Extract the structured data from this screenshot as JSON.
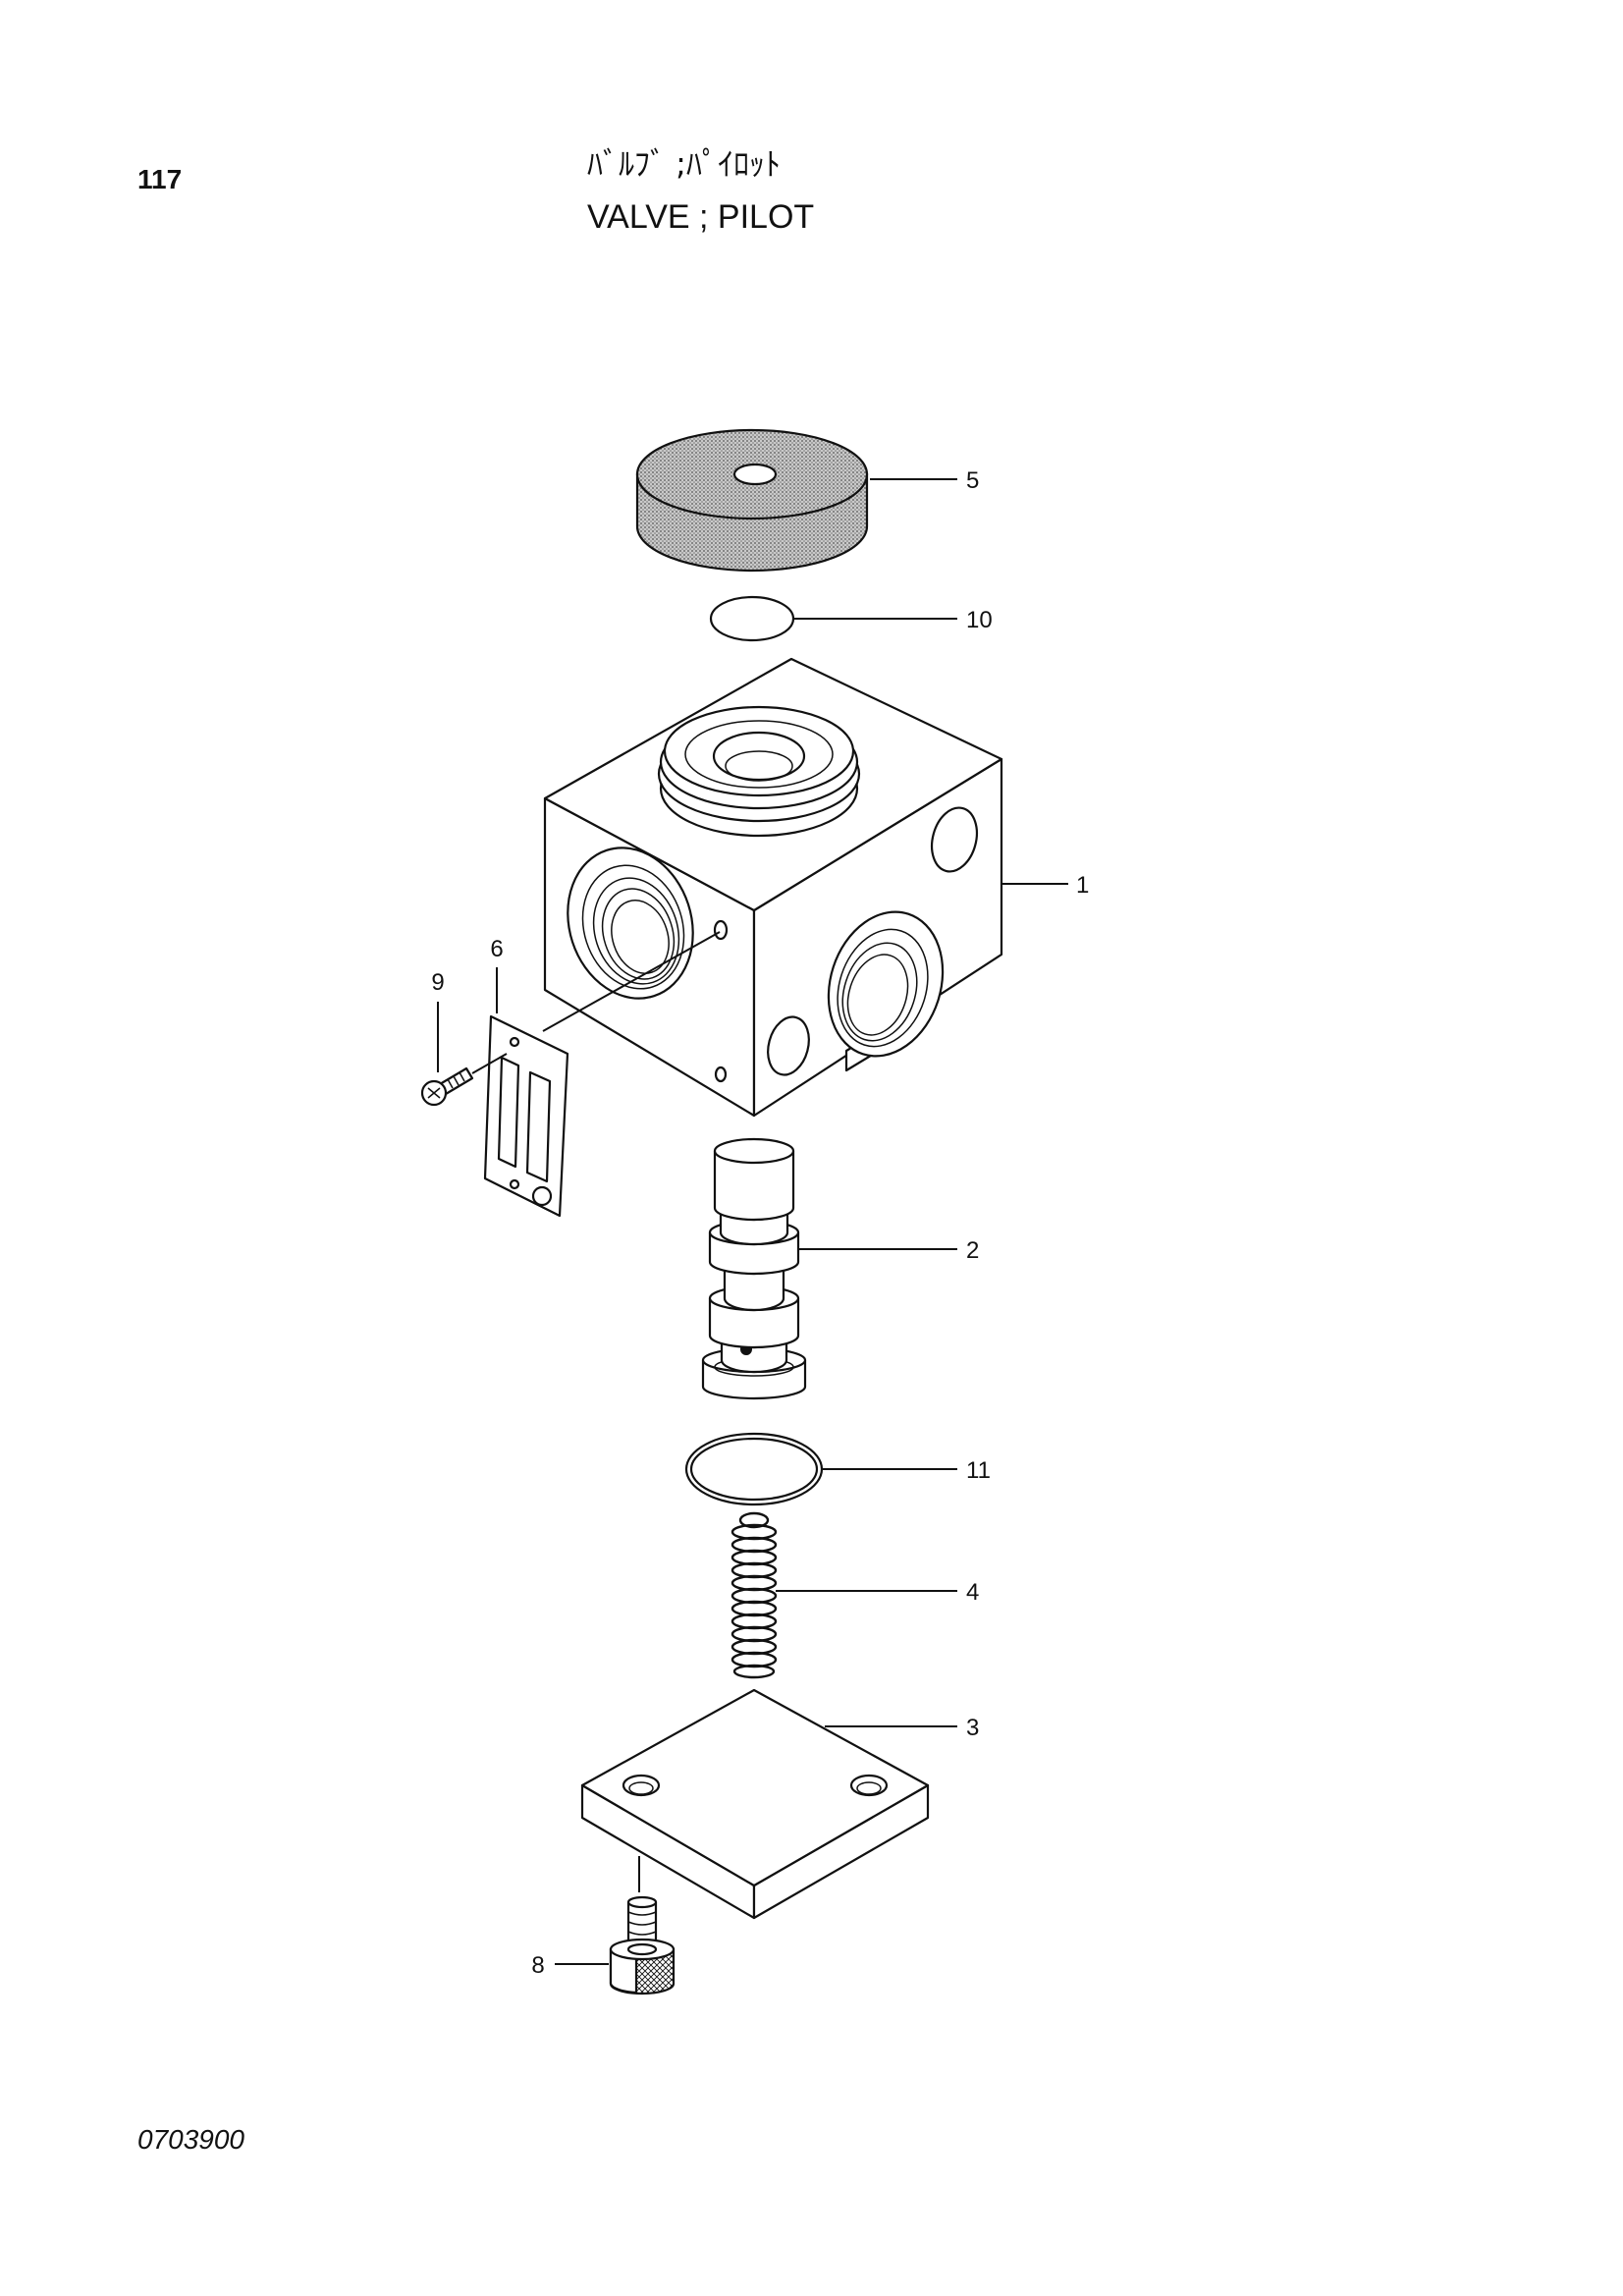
{
  "header": {
    "page_number": "117",
    "title_jp": "ﾊﾞﾙﾌﾞ ;ﾊﾟｲﾛｯﾄ",
    "title_en": "VALVE ; PILOT"
  },
  "callouts": {
    "part_1": "1",
    "part_2": "2",
    "part_3": "3",
    "part_4": "4",
    "part_5": "5",
    "part_6": "6",
    "part_8": "8",
    "part_9": "9",
    "part_10": "10",
    "part_11": "11"
  },
  "footer": {
    "drawing_number": "0703900"
  }
}
